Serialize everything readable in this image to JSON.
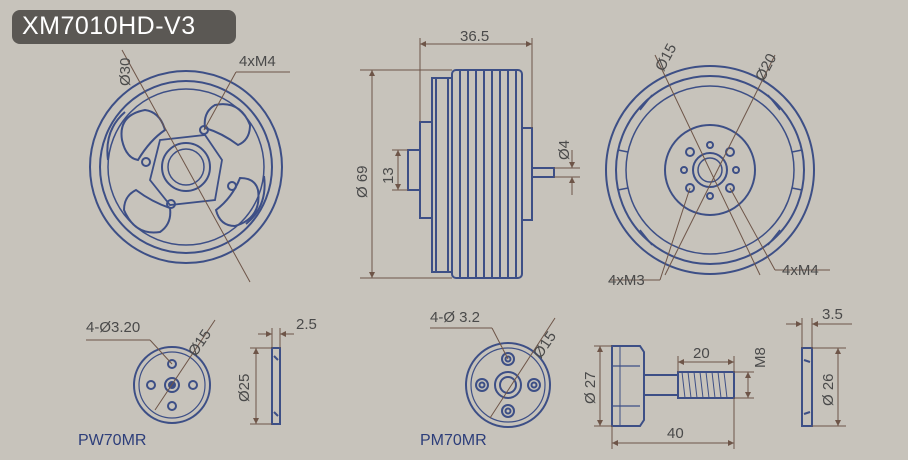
{
  "title": "XM7010HD-V3",
  "motor_front": {
    "diameter": "Ø30",
    "holes": "4xM4"
  },
  "motor_side": {
    "width": "36.5",
    "diameter": "Ø 69",
    "hub": "13",
    "shaft": "Ø4"
  },
  "motor_back": {
    "inner": "Ø15",
    "outer": "Ø20",
    "holes_small": "4xM3",
    "holes_large": "4xM4"
  },
  "pw": {
    "holes": "4-Ø3.20",
    "pcd": "Ø15",
    "thickness": "2.5",
    "diameter": "Ø25",
    "name": "PW70MR"
  },
  "pm": {
    "holes": "4-Ø 3.2",
    "pcd": "Ø15",
    "name": "PM70MR"
  },
  "bolt": {
    "thread_len": "20",
    "thread": "M8",
    "head_dia": "Ø 27",
    "total": "40"
  },
  "washer": {
    "thickness": "3.5",
    "diameter": "Ø 26"
  },
  "colors": {
    "background": "#c7c3bb",
    "part": "#3d4f86",
    "dimension": "#6e5548",
    "title_bg": "#5b5854"
  }
}
